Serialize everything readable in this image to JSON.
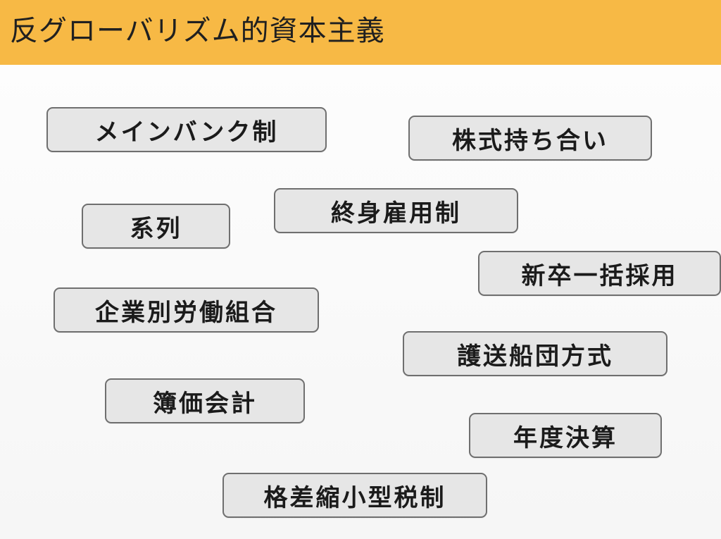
{
  "slide": {
    "title": "反グローバリズム的資本主義",
    "colors": {
      "header": "#f7b945",
      "box": "#e6e6e6",
      "border": "#6f6f6f"
    },
    "terms": [
      "メインバンク制",
      "株式持ち合い",
      "終身雇用制",
      "系列",
      "新卒一括採用",
      "企業別労働組合",
      "護送船団方式",
      "簿価会計",
      "年度決算",
      "格差縮小型税制"
    ]
  }
}
